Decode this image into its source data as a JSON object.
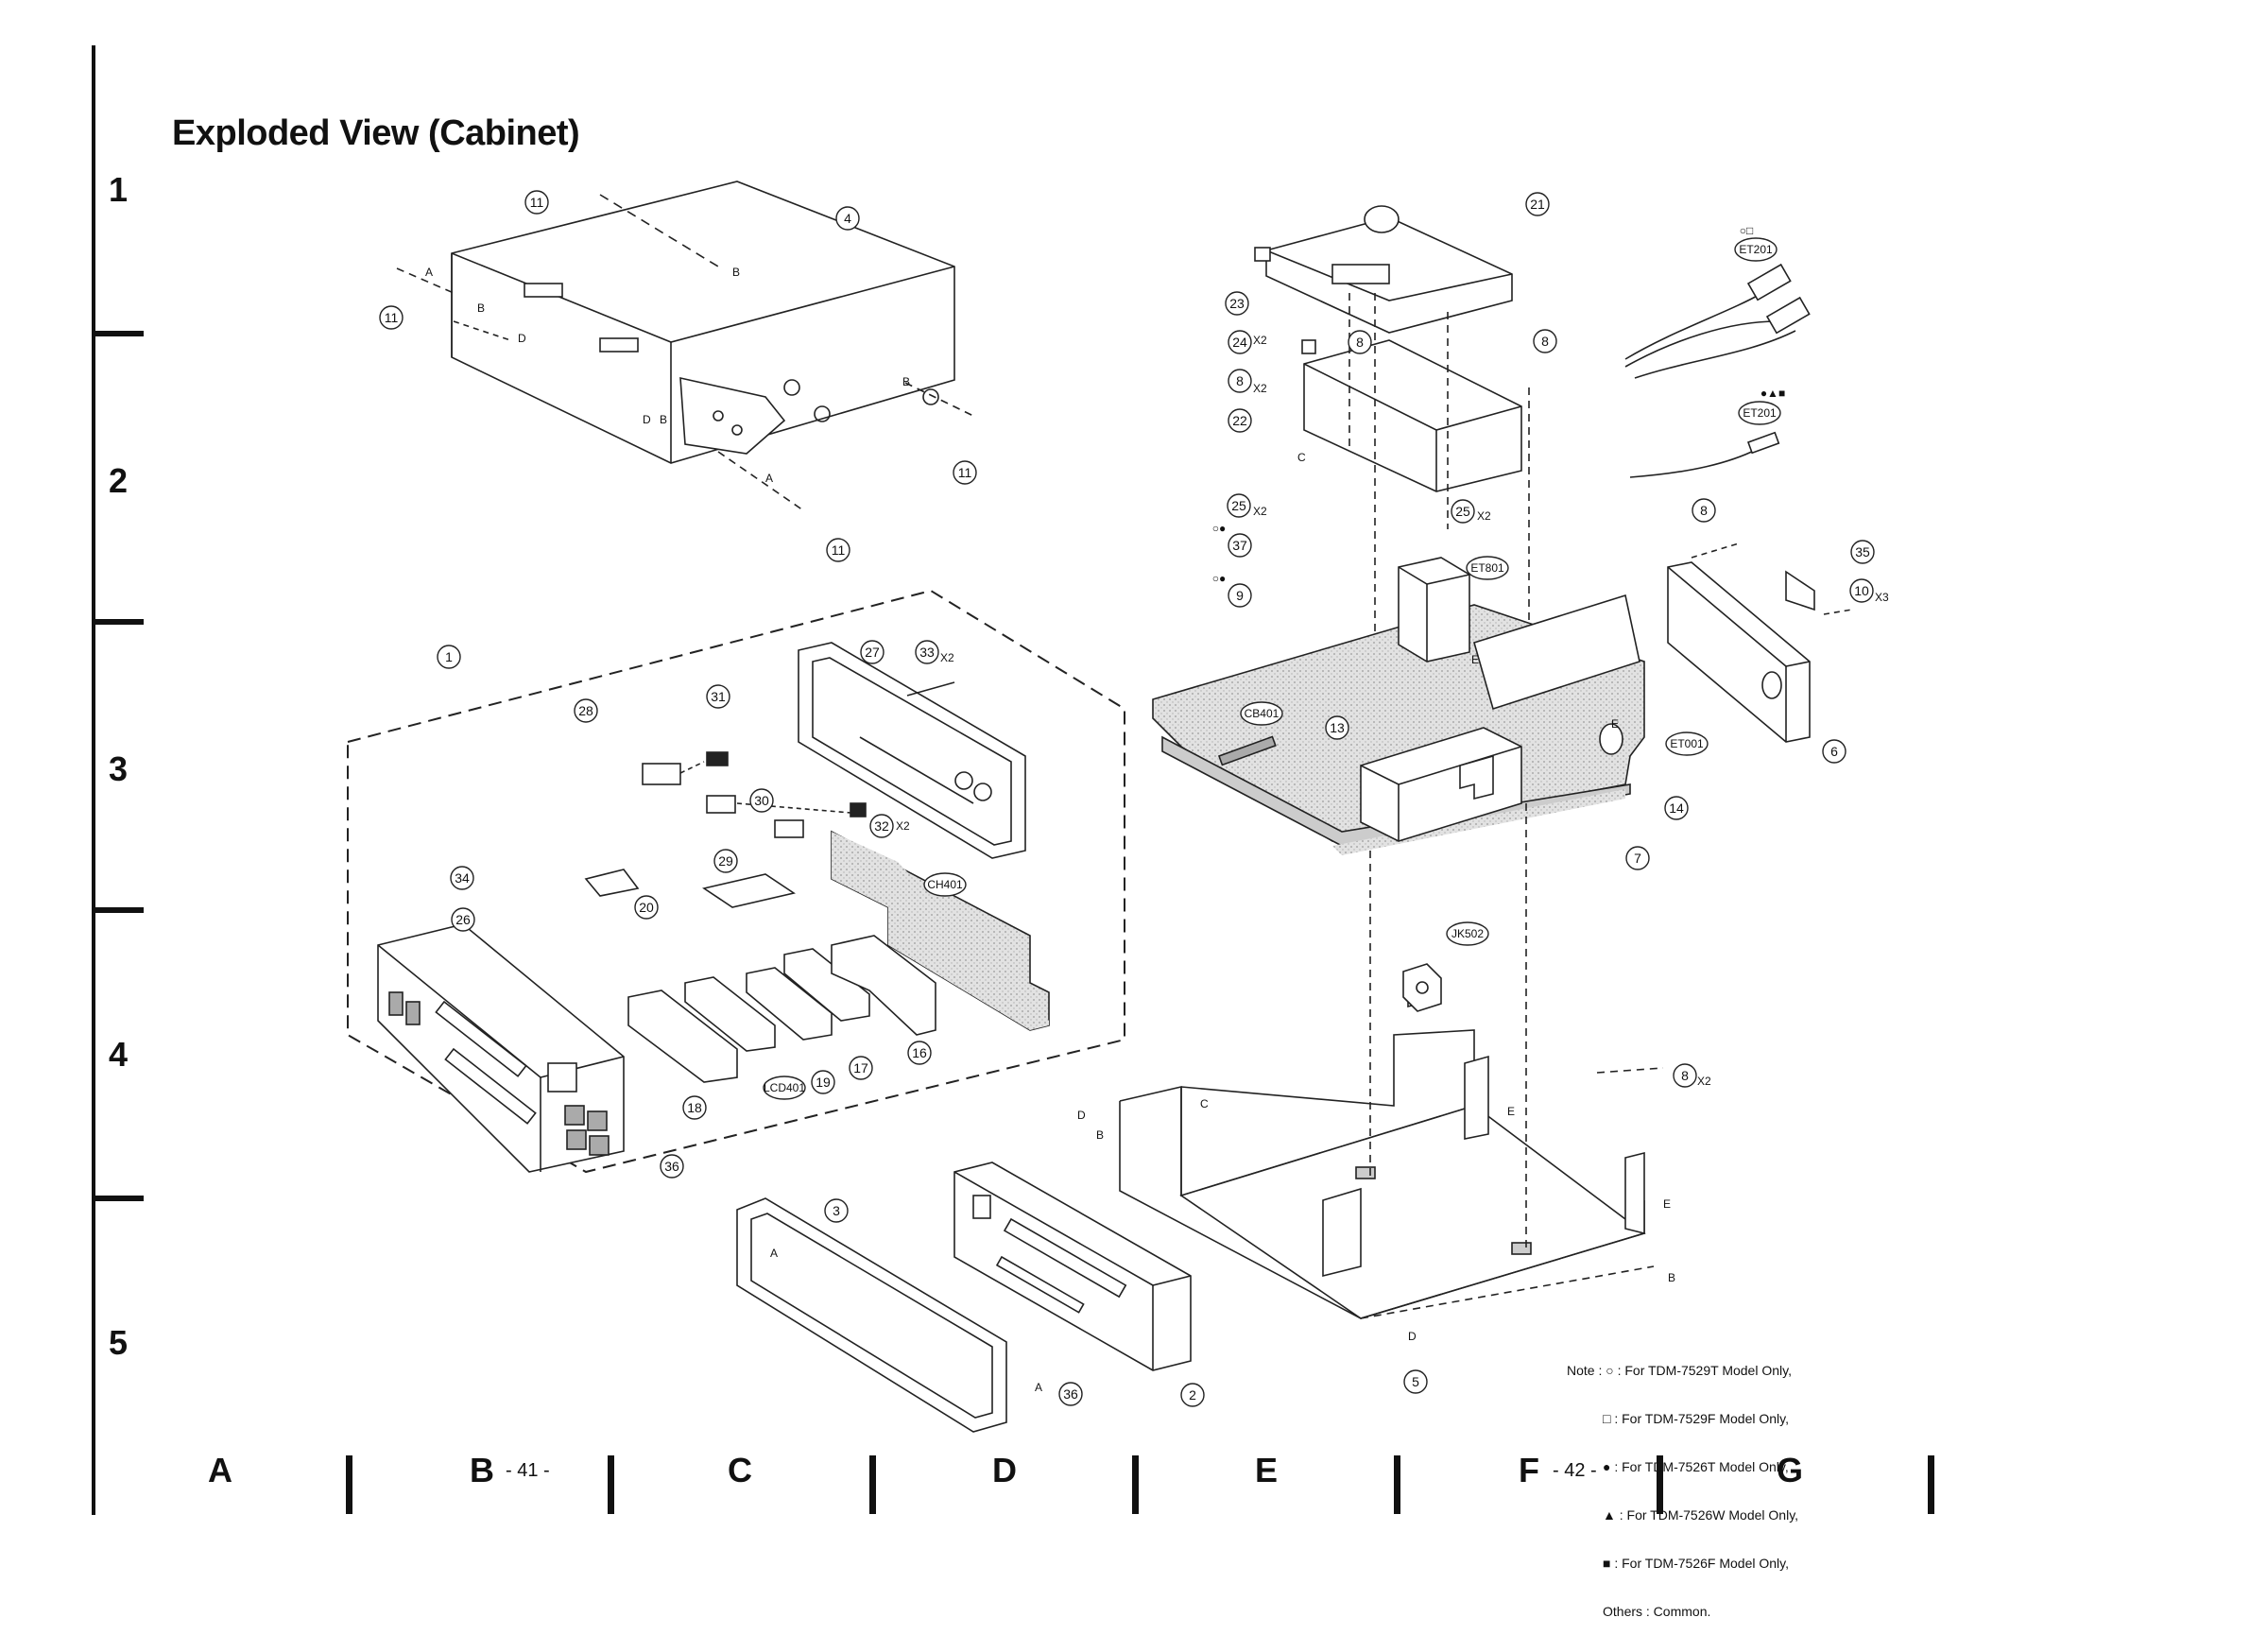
{
  "title": "Exploded View (Cabinet)",
  "row_numbers": [
    "1",
    "2",
    "3",
    "4",
    "5"
  ],
  "columns": [
    "A",
    "B",
    "C",
    "D",
    "E",
    "F",
    "G"
  ],
  "page_numbers": [
    "- 41 -",
    "- 42 -"
  ],
  "callouts": {
    "c1": "1",
    "c2": "2",
    "c3": "3",
    "c4": "4",
    "c5": "5",
    "c6": "6",
    "c7": "7",
    "c8a": "8",
    "c8b": "8",
    "c8c": "8",
    "c8d": "8",
    "c8e": "8",
    "c9": "9",
    "c10": "10",
    "c11a": "11",
    "c11b": "11",
    "c11c": "11",
    "c11d": "11",
    "c13": "13",
    "c14": "14",
    "c16": "16",
    "c17": "17",
    "c18": "18",
    "c19": "19",
    "c20": "20",
    "c21": "21",
    "c22": "22",
    "c23": "23",
    "c24": "24",
    "c25a": "25",
    "c25b": "25",
    "c26": "26",
    "c27": "27",
    "c28": "28",
    "c29": "29",
    "c30": "30",
    "c31": "31",
    "c32": "32",
    "c33": "33",
    "c34": "34",
    "c35": "35",
    "c36a": "36",
    "c36b": "36",
    "c37": "37",
    "et201a": "ET201",
    "et201b": "ET201",
    "et801": "ET801",
    "et001": "ET001",
    "cb401": "CB401",
    "ch401": "CH401",
    "jk502": "JK502",
    "lcd401": "LCD401"
  },
  "multipliers": {
    "x2": "X2",
    "x3": "X3"
  },
  "ref_letters": {
    "a": "A",
    "b": "B",
    "c": "C",
    "d": "D",
    "e": "E"
  },
  "note": {
    "line1": "Note : ○ : For TDM-7529T Model Only,",
    "line2": "□ : For TDM-7529F Model Only,",
    "line3": "● : For TDM-7526T Model Only,",
    "line4": "▲ : For TDM-7526W Model Only,",
    "line5": "■ : For TDM-7526F Model Only,",
    "line6": "Others : Common."
  },
  "markers": {
    "open_square": "○□",
    "tri_square": "●▲■",
    "open_fill": "○●"
  }
}
